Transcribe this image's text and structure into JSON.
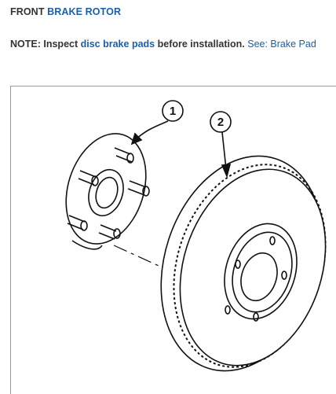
{
  "heading": {
    "prefix": "FRONT",
    "link": "BRAKE ROTOR"
  },
  "note": {
    "label": "NOTE:",
    "text_before": "Inspect",
    "link": "disc brake pads",
    "text_after": "before installation.",
    "see_link": "See: Brake Pad"
  },
  "figure": {
    "callouts": [
      "1",
      "2"
    ]
  }
}
